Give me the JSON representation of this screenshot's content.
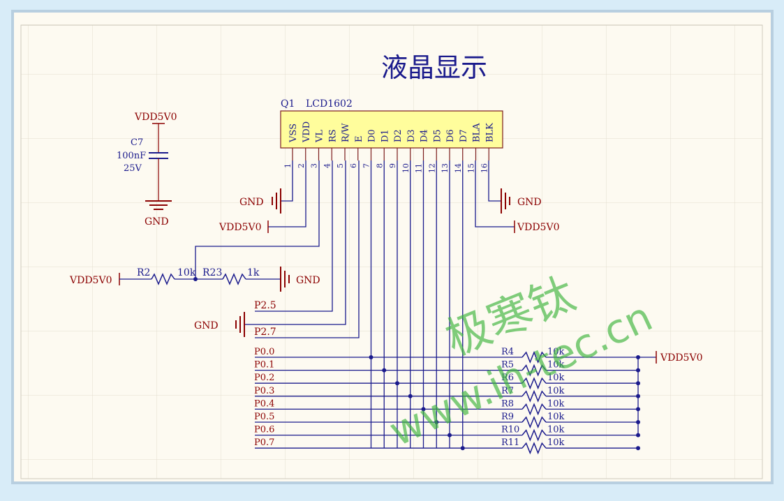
{
  "title": "液晶显示",
  "lcd": {
    "ref": "Q1",
    "part": "LCD1602",
    "pin_names": [
      "VSS",
      "VDD",
      "VL",
      "RS",
      "R/W",
      "E",
      "D0",
      "D1",
      "D2",
      "D3",
      "D4",
      "D5",
      "D6",
      "D7",
      "BLA",
      "BLK"
    ],
    "pin_numbers": [
      "1",
      "2",
      "3",
      "4",
      "5",
      "6",
      "7",
      "8",
      "9",
      "10",
      "11",
      "12",
      "13",
      "14",
      "15",
      "16"
    ]
  },
  "capacitor": {
    "ref": "C7",
    "value": "100nF",
    "voltage": "25V",
    "top_net": "VDD5V0",
    "bottom_net": "GND"
  },
  "contrast": {
    "left_net": "VDD5V0",
    "r2_ref": "R2",
    "r2_value": "10k",
    "r23_ref": "R23",
    "r23_value": "1k",
    "right_net": "GND"
  },
  "power_nets": {
    "vss_gnd": "GND",
    "vdd_net": "VDD5V0",
    "bla_net": "VDD5V0",
    "blk_gnd": "GND",
    "rw_gnd": "GND"
  },
  "control_nets": [
    "P2.5",
    "P2.7"
  ],
  "data_nets": [
    "P0.0",
    "P0.1",
    "P0.2",
    "P0.3",
    "P0.4",
    "P0.5",
    "P0.6",
    "P0.7"
  ],
  "pullups": {
    "refs": [
      "R4",
      "R5",
      "R6",
      "R7",
      "R8",
      "R9",
      "R10",
      "R11"
    ],
    "values": [
      "10k",
      "10k",
      "10k",
      "10k",
      "10k",
      "10k",
      "10k",
      "10k"
    ],
    "net": "VDD5V0"
  },
  "watermark": {
    "line1": "极寒钛",
    "line2": "www.ih-tec.cn"
  },
  "colors": {
    "wire": "#1a1a8c",
    "power": "#8b0000",
    "component_fill": "#fffd9c",
    "sheet": "#fdfaf1",
    "grid": "#e2ddd0",
    "watermark": "#3cb43c"
  }
}
